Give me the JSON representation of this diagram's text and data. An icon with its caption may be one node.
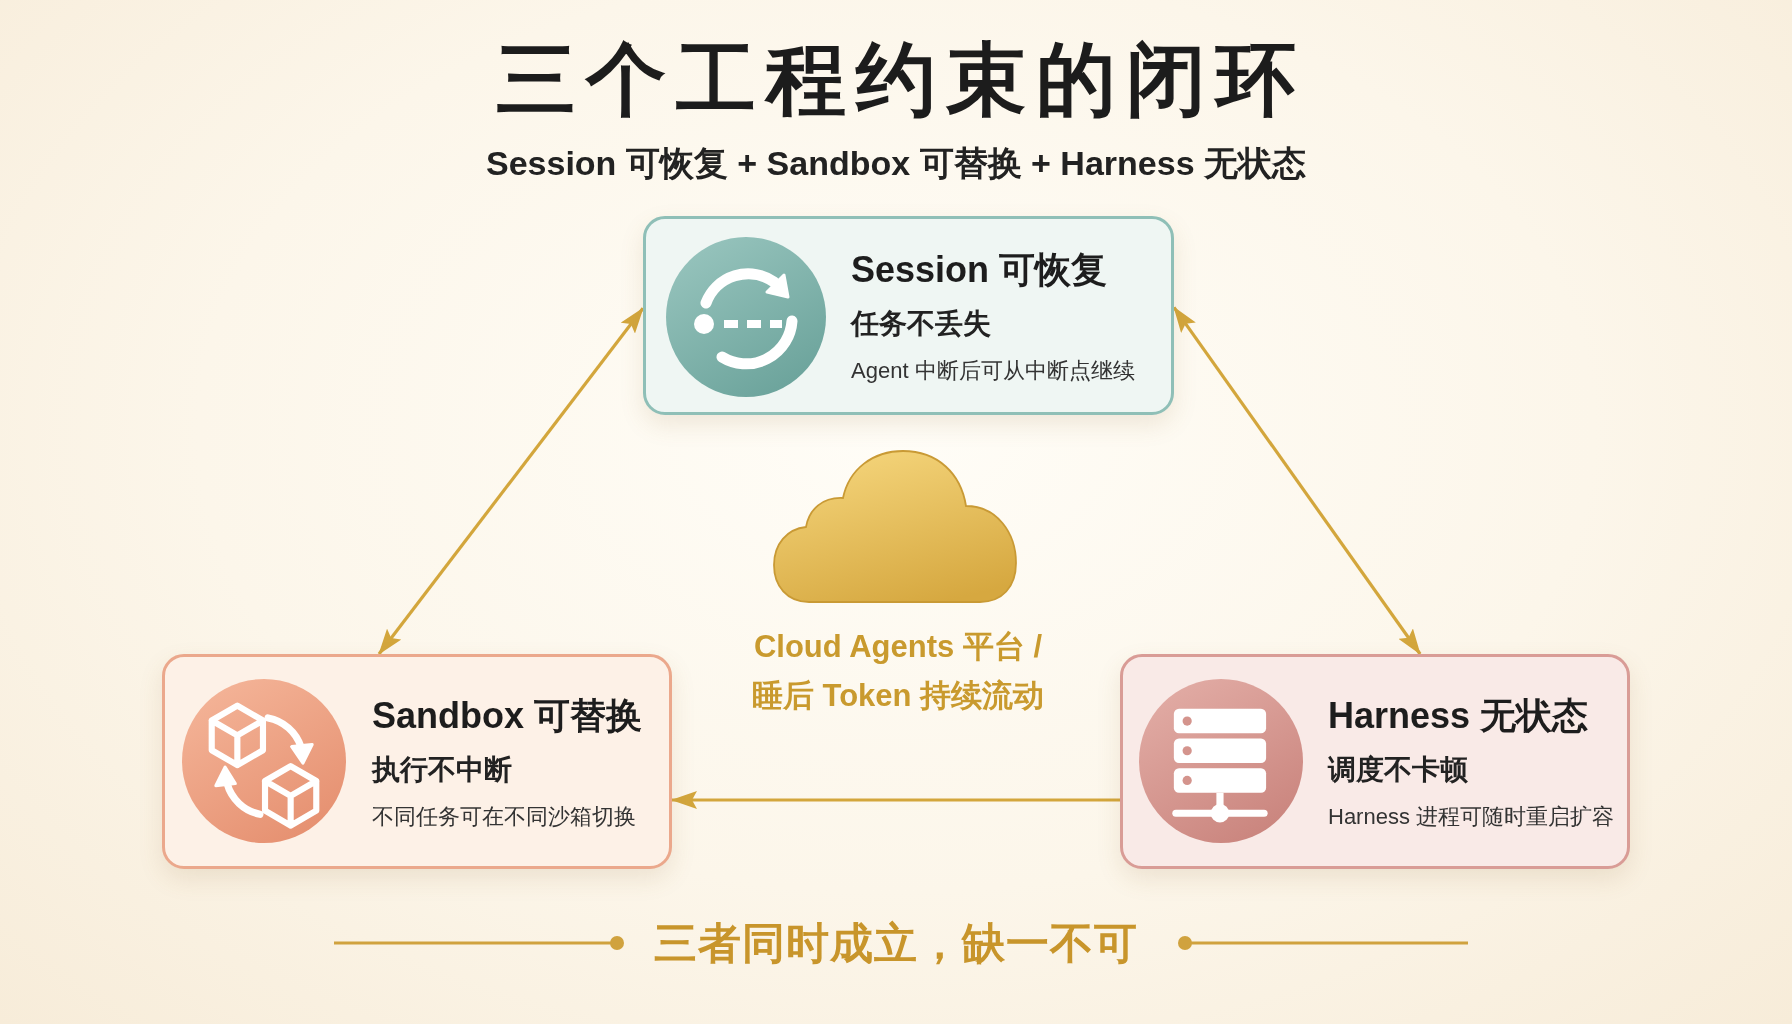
{
  "diagram": {
    "title": "三个工程约束的闭环",
    "nodes": [
      {
        "text": [
          "Session 可恢复",
          "任务不丢失",
          "Agent 中断后可从中断点继续"
        ]
      },
      {
        "text": [
          "Cloud Agents 平台 / 睡后 Token 持续流动"
        ]
      },
      {
        "text": [
          "Sandbox 可替换",
          "执行不中断",
          "不同任务可在不同沙箱切换"
        ]
      },
      {
        "text": [
          "Harness 无状态",
          "调度不卡顿",
          "Harness 进程可随时重启扩容"
        ]
      }
    ],
    "edges": [
      {
        "from": 0,
        "to": 2,
        "arrow": "both"
      },
      {
        "from": 0,
        "to": 3,
        "arrow": "both"
      },
      {
        "from": 3,
        "to": 2,
        "arrow": "to"
      }
    ],
    "labels": [
      "Session 可恢复 + Sandbox 可替换 + Harness 无状态",
      "三者同时成立，缺一不可"
    ]
  }
}
